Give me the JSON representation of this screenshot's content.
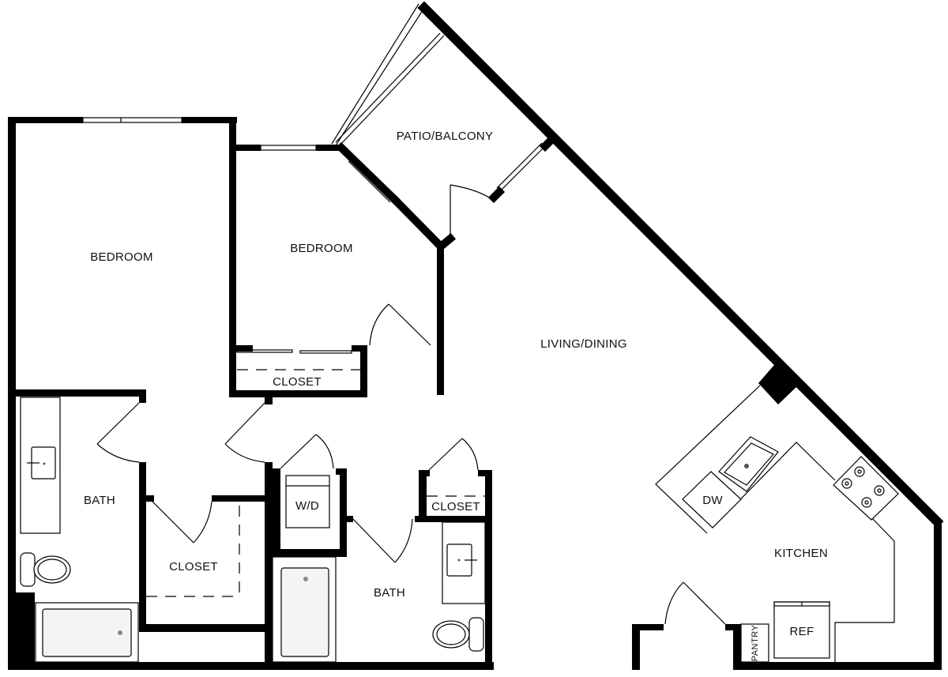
{
  "plan": {
    "rooms": {
      "bedroom_1": "BEDROOM",
      "bedroom_2": "BEDROOM",
      "patio": "PATIO/BALCONY",
      "living": "LIVING/DINING",
      "closet_bed2": "CLOSET",
      "bath_1": "BATH",
      "closet_1": "CLOSET",
      "wd": "W/D",
      "closet_hall": "CLOSET",
      "bath_2": "BATH",
      "kitchen": "KITCHEN",
      "dw": "DW",
      "ref": "REF",
      "pantry": "PANTRY"
    },
    "colors": {
      "wall": "#000000",
      "background": "#ffffff",
      "tub": "#f4f4f4"
    }
  }
}
